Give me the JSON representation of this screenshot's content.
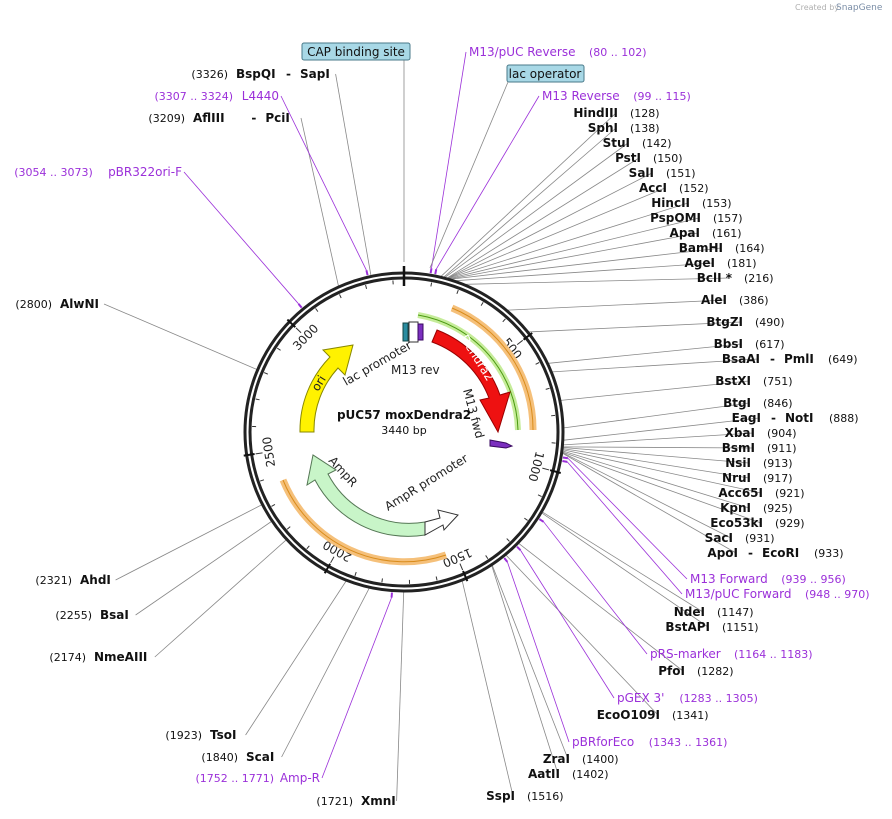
{
  "credit": {
    "created_by": "Created by",
    "brand": "SnapGene"
  },
  "plasmid": {
    "name": "pUC57 moxDendra2",
    "size_label": "3440 bp",
    "length": 3440
  },
  "ticks": [
    {
      "pos": 500,
      "label": "500"
    },
    {
      "pos": 1000,
      "label": "1000"
    },
    {
      "pos": 1500,
      "label": "1500"
    },
    {
      "pos": 2000,
      "label": "2000"
    },
    {
      "pos": 2500,
      "label": "2500"
    },
    {
      "pos": 3000,
      "label": "3000"
    }
  ],
  "boxed_features": [
    {
      "name": "CAP binding site",
      "pos": 3440
    },
    {
      "name": "lac operator",
      "pos": 86
    }
  ],
  "features": [
    {
      "name": "Dendra2",
      "color": "#ee1111"
    },
    {
      "name": "ori",
      "color": "#ffee00"
    },
    {
      "name": "AmpR",
      "color": "#c8f5c8"
    },
    {
      "name": "lac promoter",
      "color": "#ffffff"
    },
    {
      "name": "AmpR promoter",
      "color": "#ffffff"
    },
    {
      "name": "M13 rev",
      "color": "#7b2fbf"
    },
    {
      "name": "M13 fwd",
      "color": "#7b2fbf"
    }
  ],
  "enzymes_right": [
    {
      "name": "HindIII",
      "pos": "(128)"
    },
    {
      "name": "SphI",
      "pos": "(138)"
    },
    {
      "name": "StuI",
      "pos": "(142)"
    },
    {
      "name": "PstI",
      "pos": "(150)"
    },
    {
      "name": "SalI",
      "pos": "(151)"
    },
    {
      "name": "AccI",
      "pos": "(152)"
    },
    {
      "name": "HincII",
      "pos": "(153)"
    },
    {
      "name": "PspOMI",
      "pos": "(157)"
    },
    {
      "name": "ApaI",
      "pos": "(161)"
    },
    {
      "name": "BamHI",
      "pos": "(164)"
    },
    {
      "name": "AgeI",
      "pos": "(181)"
    },
    {
      "name": "BclI *",
      "pos": "(216)"
    },
    {
      "name": "AleI",
      "pos": "(386)"
    },
    {
      "name": "BtgZI",
      "pos": "(490)"
    },
    {
      "name": "BbsI",
      "pos": "(617)"
    },
    {
      "name": "BsaAI",
      "name2": "PmlI",
      "pos": "(649)"
    },
    {
      "name": "BstXI",
      "pos": "(751)"
    },
    {
      "name": "BtgI",
      "pos": "(846)"
    },
    {
      "name": "EagI",
      "name2": "NotI",
      "pos": "(888)"
    },
    {
      "name": "XbaI",
      "pos": "(904)"
    },
    {
      "name": "BsmI",
      "pos": "(911)"
    },
    {
      "name": "NsiI",
      "pos": "(913)"
    },
    {
      "name": "NruI",
      "pos": "(917)"
    },
    {
      "name": "Acc65I",
      "pos": "(921)"
    },
    {
      "name": "KpnI",
      "pos": "(925)"
    },
    {
      "name": "Eco53kI",
      "pos": "(929)"
    },
    {
      "name": "SacI",
      "pos": "(931)"
    },
    {
      "name": "ApoI",
      "name2": "EcoRI",
      "pos": "(933)"
    },
    {
      "name": "NdeI",
      "pos": "(1147)"
    },
    {
      "name": "BstAPI",
      "pos": "(1151)"
    },
    {
      "name": "PfoI",
      "pos": "(1282)"
    },
    {
      "name": "EcoO109I",
      "pos": "(1341)"
    },
    {
      "name": "ZraI",
      "pos": "(1400)"
    },
    {
      "name": "AatII",
      "pos": "(1402)"
    },
    {
      "name": "SspI",
      "pos": "(1516)"
    }
  ],
  "enzymes_left": [
    {
      "name": "BspQI",
      "name2": "SapI",
      "pos": "(3326)"
    },
    {
      "name": "AflIII",
      "name2": "PciI",
      "pos": "(3209)"
    },
    {
      "name": "AlwNI",
      "pos": "(2800)"
    },
    {
      "name": "AhdI",
      "pos": "(2321)"
    },
    {
      "name": "BsaI",
      "pos": "(2255)"
    },
    {
      "name": "NmeAIII",
      "pos": "(2174)"
    },
    {
      "name": "TsoI",
      "pos": "(1923)"
    },
    {
      "name": "ScaI",
      "pos": "(1840)"
    },
    {
      "name": "XmnI",
      "pos": "(1721)"
    }
  ],
  "primers": [
    {
      "name": "M13/pUC Reverse",
      "range": "(80 .. 102)"
    },
    {
      "name": "M13 Reverse",
      "range": "(99 .. 115)"
    },
    {
      "name": "L4440",
      "range": "(3307 .. 3324)"
    },
    {
      "name": "pBR322ori-F",
      "range": "(3054 .. 3073)"
    },
    {
      "name": "M13 Forward",
      "range": "(939 .. 956)"
    },
    {
      "name": "M13/pUC Forward",
      "range": "(948 .. 970)"
    },
    {
      "name": "pRS-marker",
      "range": "(1164 .. 1183)"
    },
    {
      "name": "pGEX 3'",
      "range": "(1283 .. 1305)"
    },
    {
      "name": "pBRforEco",
      "range": "(1343 .. 1361)"
    },
    {
      "name": "Amp-R",
      "range": "(1752 .. 1771)"
    }
  ]
}
